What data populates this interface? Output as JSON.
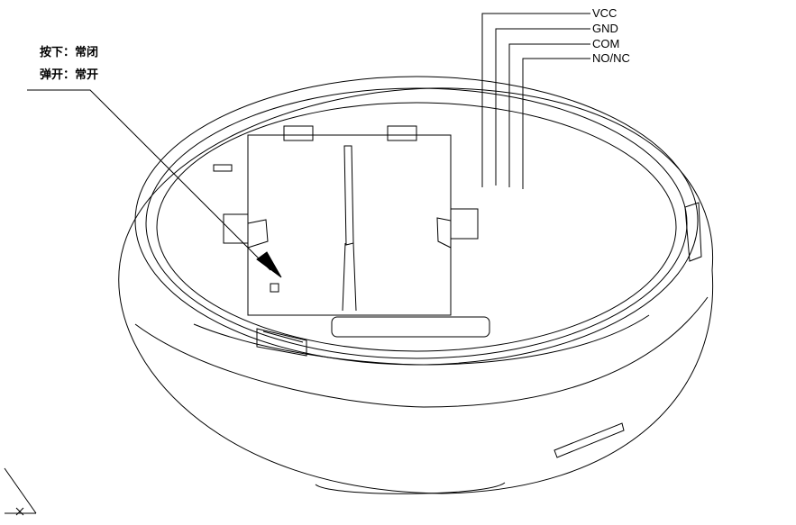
{
  "annotations": {
    "pressed": "按下：常闭",
    "released": "弹开：常开"
  },
  "terminals": [
    {
      "label": "VCC"
    },
    {
      "label": "GND"
    },
    {
      "label": "COM"
    },
    {
      "label": "NO/NC"
    }
  ],
  "colors": {
    "line": "#000000",
    "background": "#ffffff"
  }
}
